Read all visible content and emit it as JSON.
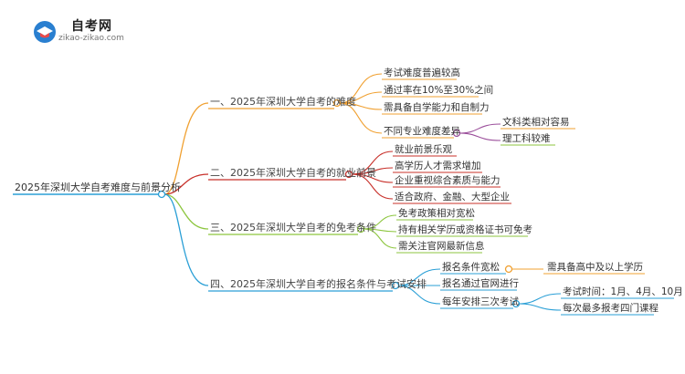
{
  "logo": {
    "title": "自考网",
    "url": "zikao-zikao.com"
  },
  "colors": {
    "root": "#2a9fd6",
    "b1": "#f0a030",
    "b2": "#c8302a",
    "b3": "#8dc63f",
    "b4": "#2a9fd6",
    "sub1": "#9b4f9b",
    "sub2": "#f0a030",
    "sub3": "#8dc63f",
    "sub4": "#2a9fd6"
  },
  "root": "2025年深圳大学自考难度与前景分析",
  "branches": [
    {
      "label": "一、2025年深圳大学自考的难度",
      "children": [
        {
          "label": "考试难度普遍较高"
        },
        {
          "label": "通过率在10%至30%之间"
        },
        {
          "label": "需具备自学能力和自制力"
        },
        {
          "label": "不同专业难度差异",
          "children": [
            {
              "label": "文科类相对容易"
            },
            {
              "label": "理工科较难"
            }
          ]
        }
      ]
    },
    {
      "label": "二、2025年深圳大学自考的就业前景",
      "children": [
        {
          "label": "就业前景乐观"
        },
        {
          "label": "高学历人才需求增加"
        },
        {
          "label": "企业重视综合素质与能力"
        },
        {
          "label": "适合政府、金融、大型企业"
        }
      ]
    },
    {
      "label": "三、2025年深圳大学自考的免考条件",
      "children": [
        {
          "label": "免考政策相对宽松"
        },
        {
          "label": "持有相关学历或资格证书可免考"
        },
        {
          "label": "需关注官网最新信息"
        }
      ]
    },
    {
      "label": "四、2025年深圳大学自考的报名条件与考试安排",
      "children": [
        {
          "label": "报名条件宽松",
          "children": [
            {
              "label": "需具备高中及以上学历"
            }
          ]
        },
        {
          "label": "报名通过官网进行"
        },
        {
          "label": "每年安排三次考试",
          "children": [
            {
              "label": "考试时间：1月、4月、10月"
            },
            {
              "label": "每次最多报考四门课程"
            }
          ]
        }
      ]
    }
  ]
}
